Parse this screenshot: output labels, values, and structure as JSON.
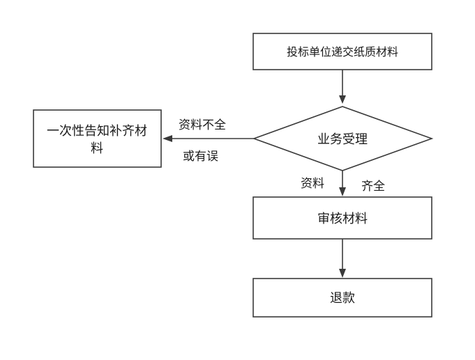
{
  "nodes": {
    "submit": "投标单位递交纸质材料",
    "accept": "业务受理",
    "notify_line1": "一次性告知补齐材",
    "notify_line2": "料",
    "review": "审核材料",
    "refund": "退款"
  },
  "edges": {
    "incomplete_line1": "资料不全",
    "incomplete_line2": "或有误",
    "complete_left": "资料",
    "complete_right": "齐全"
  }
}
